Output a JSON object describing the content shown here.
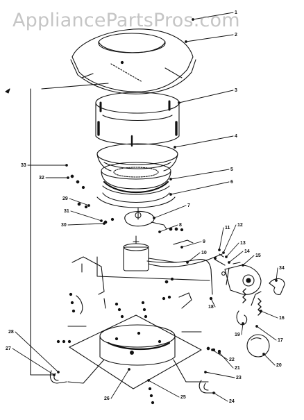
{
  "watermark": "AppliancePartsPros.com",
  "callouts": [
    "1",
    "2",
    "3",
    "4",
    "5",
    "6",
    "7",
    "8",
    "9",
    "10",
    "11",
    "12",
    "13",
    "14",
    "15",
    "16",
    "17",
    "18",
    "19",
    "20",
    "21",
    "22",
    "23",
    "24",
    "25",
    "26",
    "27",
    "28",
    "29",
    "30",
    "31",
    "32",
    "33",
    "34"
  ],
  "colors": {
    "ink": "#111111",
    "watermark": "#9a9a9a",
    "background": "#ffffff"
  }
}
